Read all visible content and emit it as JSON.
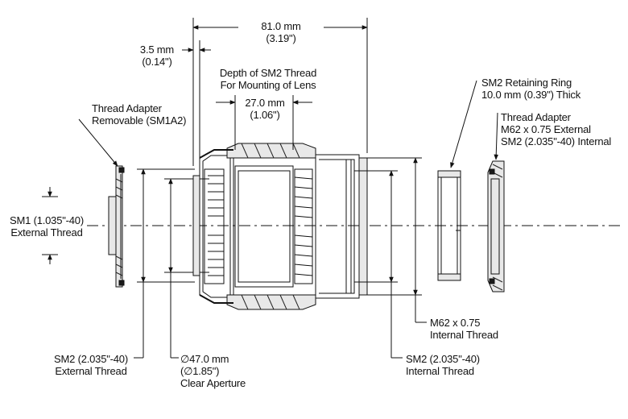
{
  "labels": {
    "overall_length": [
      "81.0 mm",
      "(3.19\")"
    ],
    "flange_offset": [
      "3.5 mm",
      "(0.14\")"
    ],
    "sm2_depth_title": [
      "Depth of SM2 Thread",
      "For Mounting of Lens"
    ],
    "sm2_depth_value": [
      "27.0 mm",
      "(1.06\")"
    ],
    "adapter_left": [
      "Thread Adapter",
      "Removable (SM1A2)"
    ],
    "sm1_thread": [
      "SM1 (1.035\"-40)",
      "External Thread"
    ],
    "sm2_external": [
      "SM2 (2.035\"-40)",
      "External Thread"
    ],
    "clear_aperture": [
      "∅47.0 mm",
      "(∅1.85\")",
      "Clear Aperture"
    ],
    "retaining_ring": [
      "SM2 Retaining Ring",
      "10.0 mm (0.39\") Thick"
    ],
    "adapter_right": [
      "Thread Adapter",
      "M62 x 0.75 External",
      "SM2 (2.035\"-40) Internal"
    ],
    "m62_internal": [
      "M62 x 0.75",
      "Internal Thread"
    ],
    "sm2_internal": [
      "SM2 (2.035\"-40)",
      "Internal Thread"
    ]
  }
}
